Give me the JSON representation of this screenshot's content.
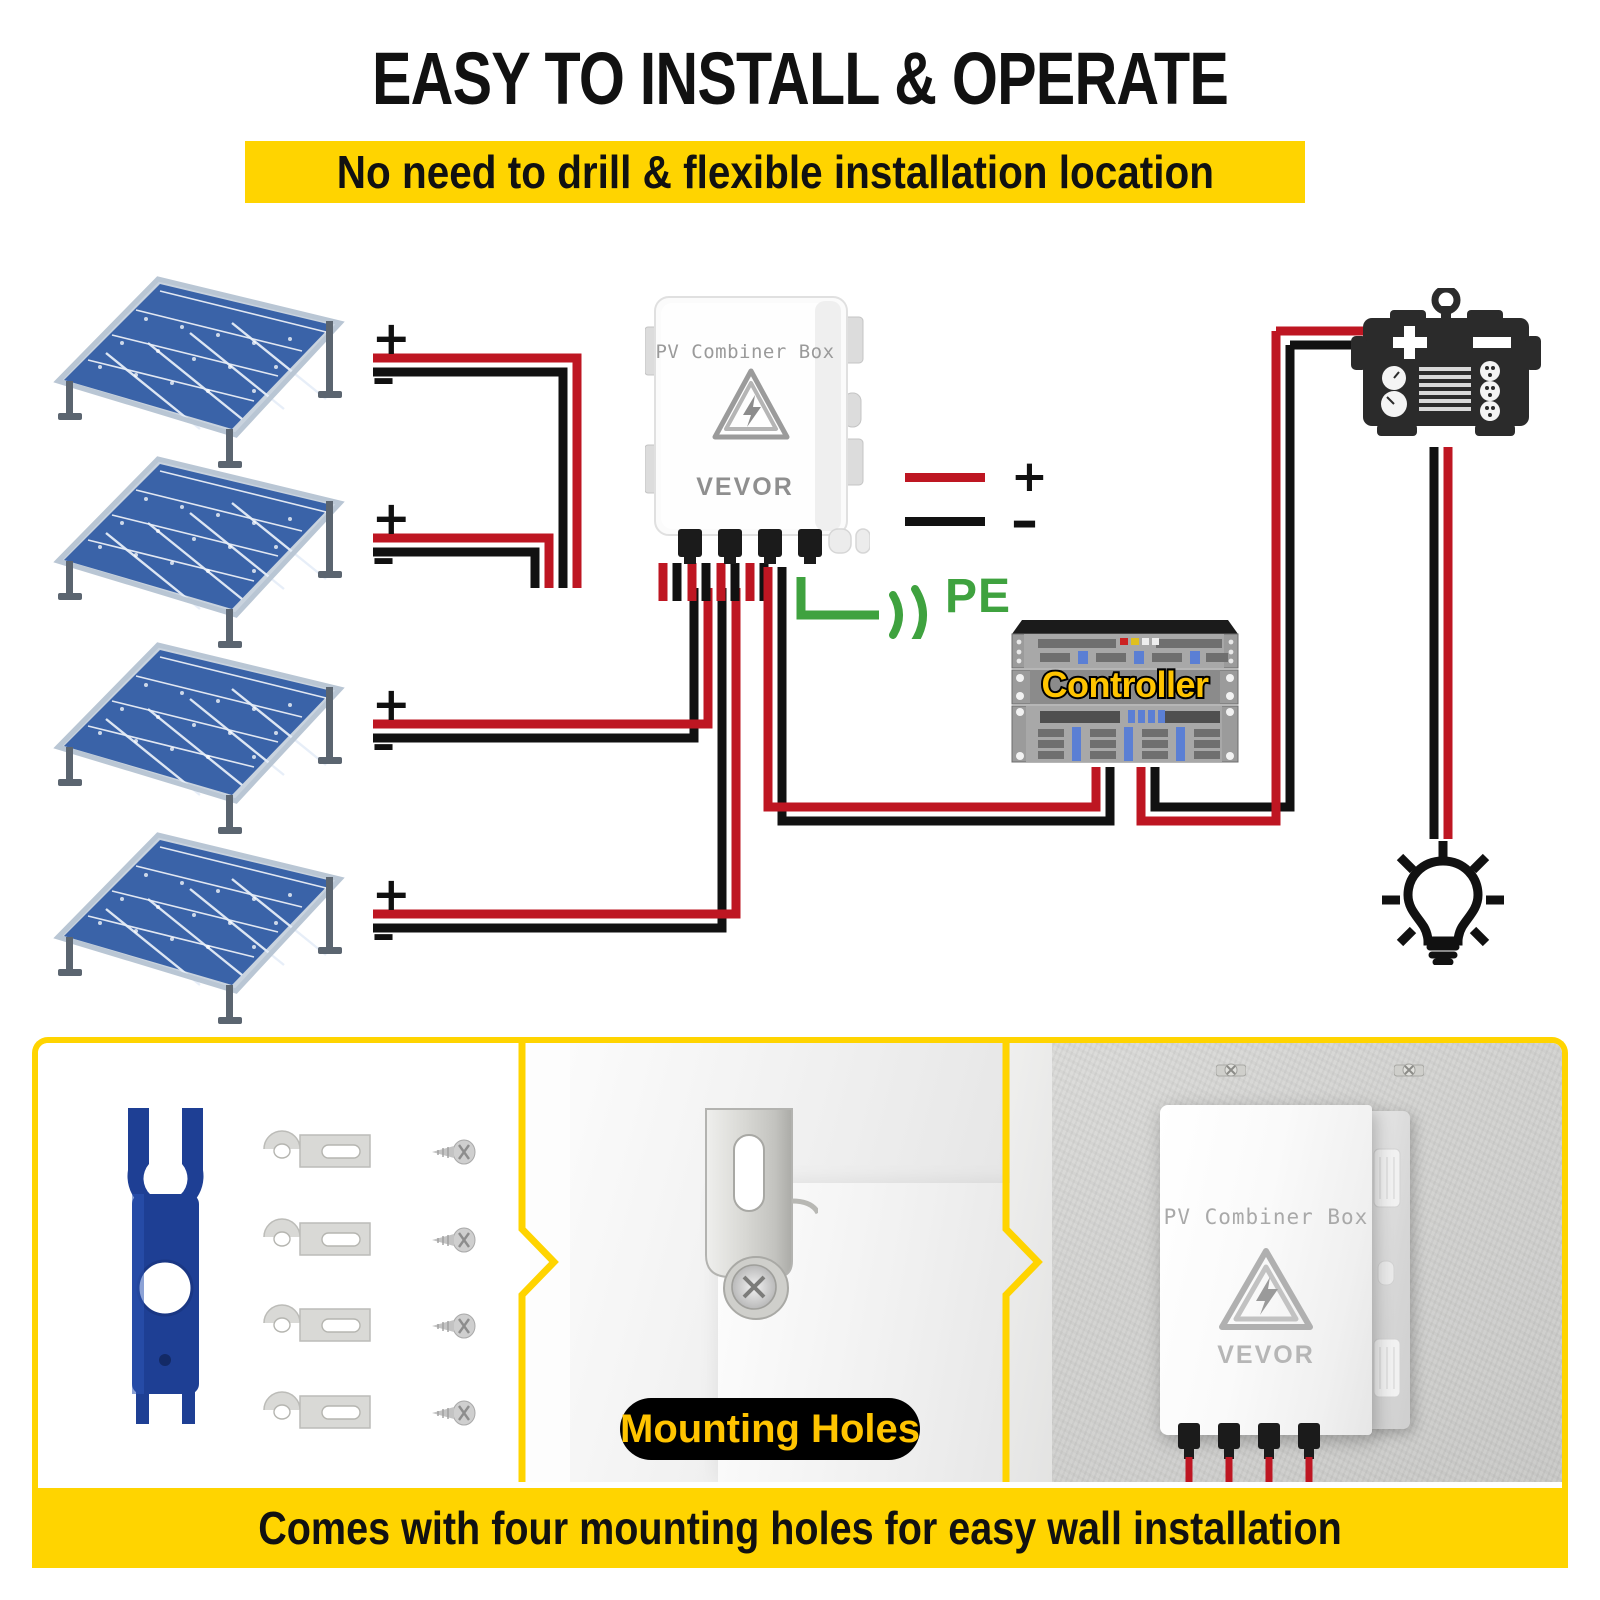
{
  "header": {
    "title": "EASY TO INSTALL & OPERATE",
    "subtitle": "No need to drill & flexible installation location"
  },
  "diagram": {
    "combiner_box": {
      "label": "PV Combiner Box",
      "brand": "VEVOR",
      "warning_icon": "electric-shock-warning-icon"
    },
    "legend": {
      "positive_symbol": "+",
      "negative_symbol": "–",
      "positive_color": "#BE1622",
      "negative_color": "#111111"
    },
    "pe": {
      "label": "PE",
      "color": "#3FA23F"
    },
    "controller": {
      "label": "Controller"
    },
    "battery": {
      "positive_symbol": "+",
      "negative_symbol": "–",
      "icon": "battery-icon"
    },
    "load": {
      "icon": "light-bulb-icon"
    },
    "solar_panels": [
      {
        "name": "solar-panel-1",
        "plus": "+",
        "minus": "–"
      },
      {
        "name": "solar-panel-2",
        "plus": "+",
        "minus": "–"
      },
      {
        "name": "solar-panel-3",
        "plus": "+",
        "minus": "–"
      },
      {
        "name": "solar-panel-4",
        "plus": "+",
        "minus": "–"
      }
    ]
  },
  "photo_strip": {
    "accessories_panel": {
      "items": "mc4-spanner-wrench, 4 mounting brackets, 4 screws"
    },
    "mounting_panel": {
      "label": "Mounting Holes"
    },
    "wall_panel": {
      "box_label": "PV Combiner Box",
      "brand": "VEVOR"
    }
  },
  "caption": "Comes with four mounting holes for easy wall installation",
  "colors": {
    "accent_yellow": "#FFD400",
    "wire_red": "#BE1622",
    "wire_black": "#111111",
    "pe_green": "#3FA23F",
    "panel_blue": "#3a63a8"
  }
}
